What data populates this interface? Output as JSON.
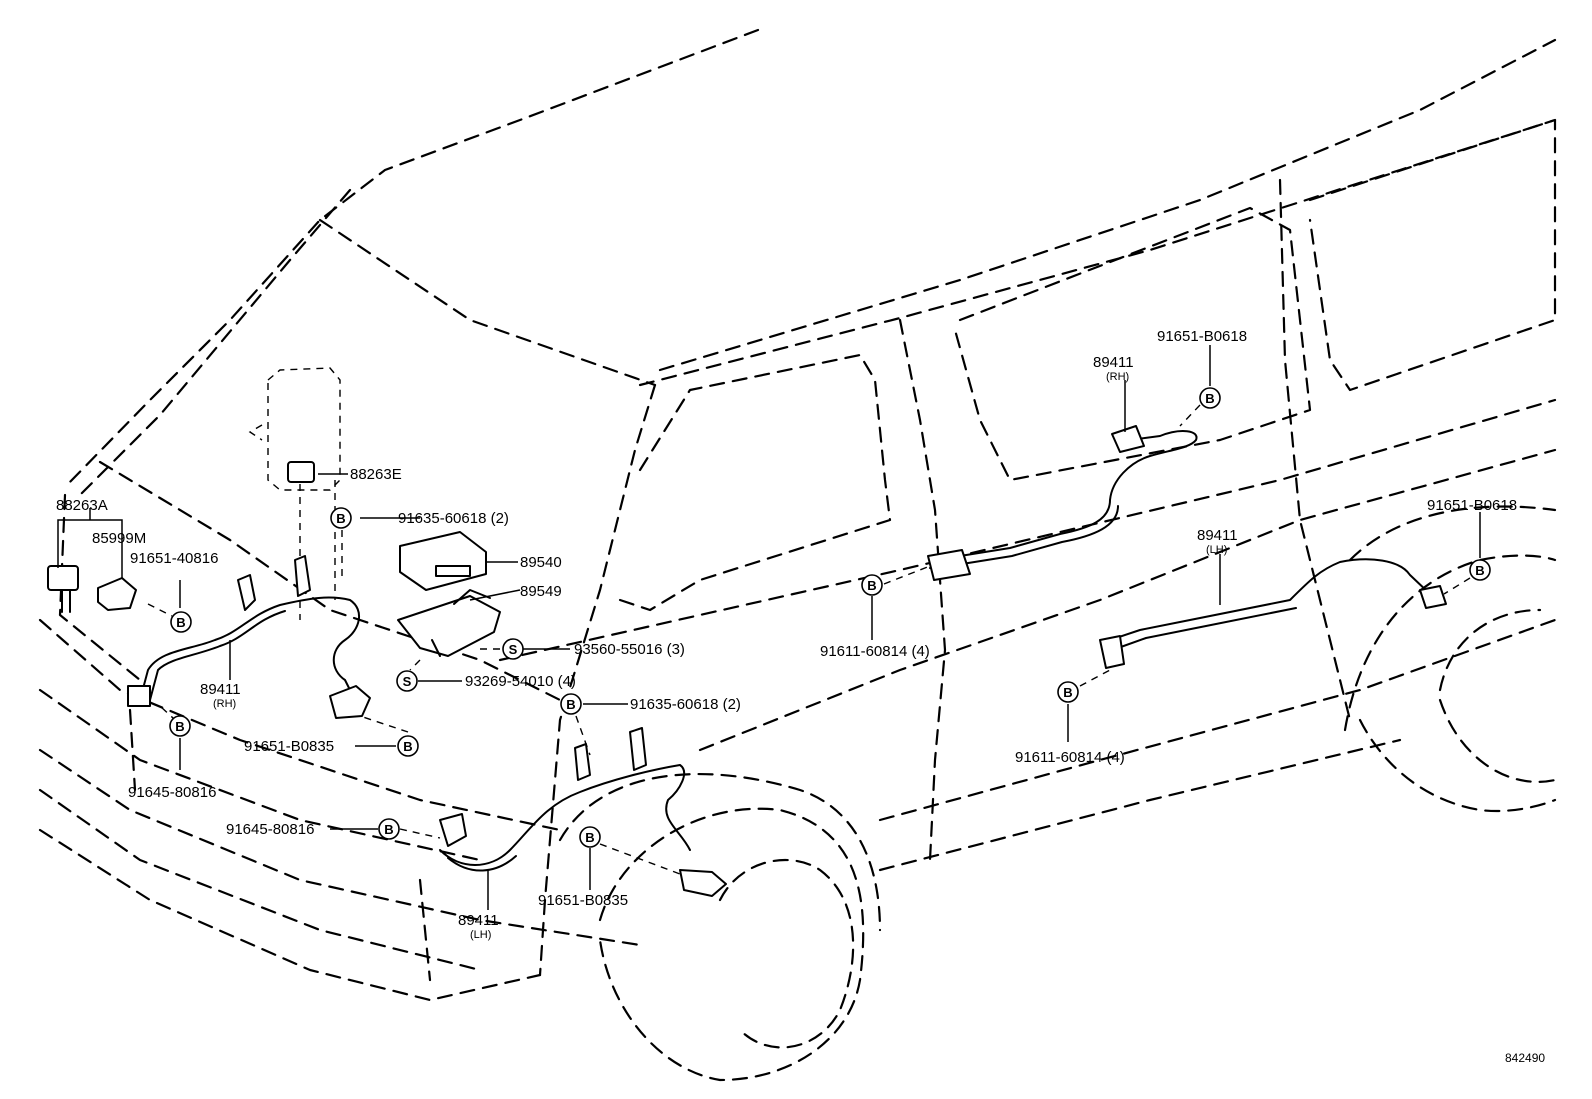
{
  "callouts": [
    {
      "id": "c1",
      "text": "88263A"
    },
    {
      "id": "c2",
      "text": "85999M"
    },
    {
      "id": "c3",
      "text": "91651-40816"
    },
    {
      "id": "c4",
      "text": "88263E"
    },
    {
      "id": "c5",
      "text": "91635-60618 (2)"
    },
    {
      "id": "c6",
      "text": "89540"
    },
    {
      "id": "c7",
      "text": "89549"
    },
    {
      "id": "c8",
      "text": "93560-55016 (3)"
    },
    {
      "id": "c9",
      "text": "93269-54010 (4)"
    },
    {
      "id": "c10",
      "text": "89411",
      "sub": "(RH)"
    },
    {
      "id": "c11",
      "text": "91635-60618 (2)"
    },
    {
      "id": "c12",
      "text": "91651-B0835"
    },
    {
      "id": "c13",
      "text": "91645-80816"
    },
    {
      "id": "c14",
      "text": "91645-80816"
    },
    {
      "id": "c15",
      "text": "89411",
      "sub": "(LH)"
    },
    {
      "id": "c16",
      "text": "91651-B0835"
    },
    {
      "id": "c17",
      "text": "91651-B0618"
    },
    {
      "id": "c18",
      "text": "89411",
      "sub": "(RH)"
    },
    {
      "id": "c19",
      "text": "91611-60814 (4)"
    },
    {
      "id": "c20",
      "text": "89411",
      "sub": "(LH)"
    },
    {
      "id": "c21",
      "text": "91651-B0618"
    },
    {
      "id": "c22",
      "text": "91611-60814 (4)"
    }
  ],
  "symbols": {
    "bolt": "B",
    "screw": "S"
  },
  "reference": "842490"
}
